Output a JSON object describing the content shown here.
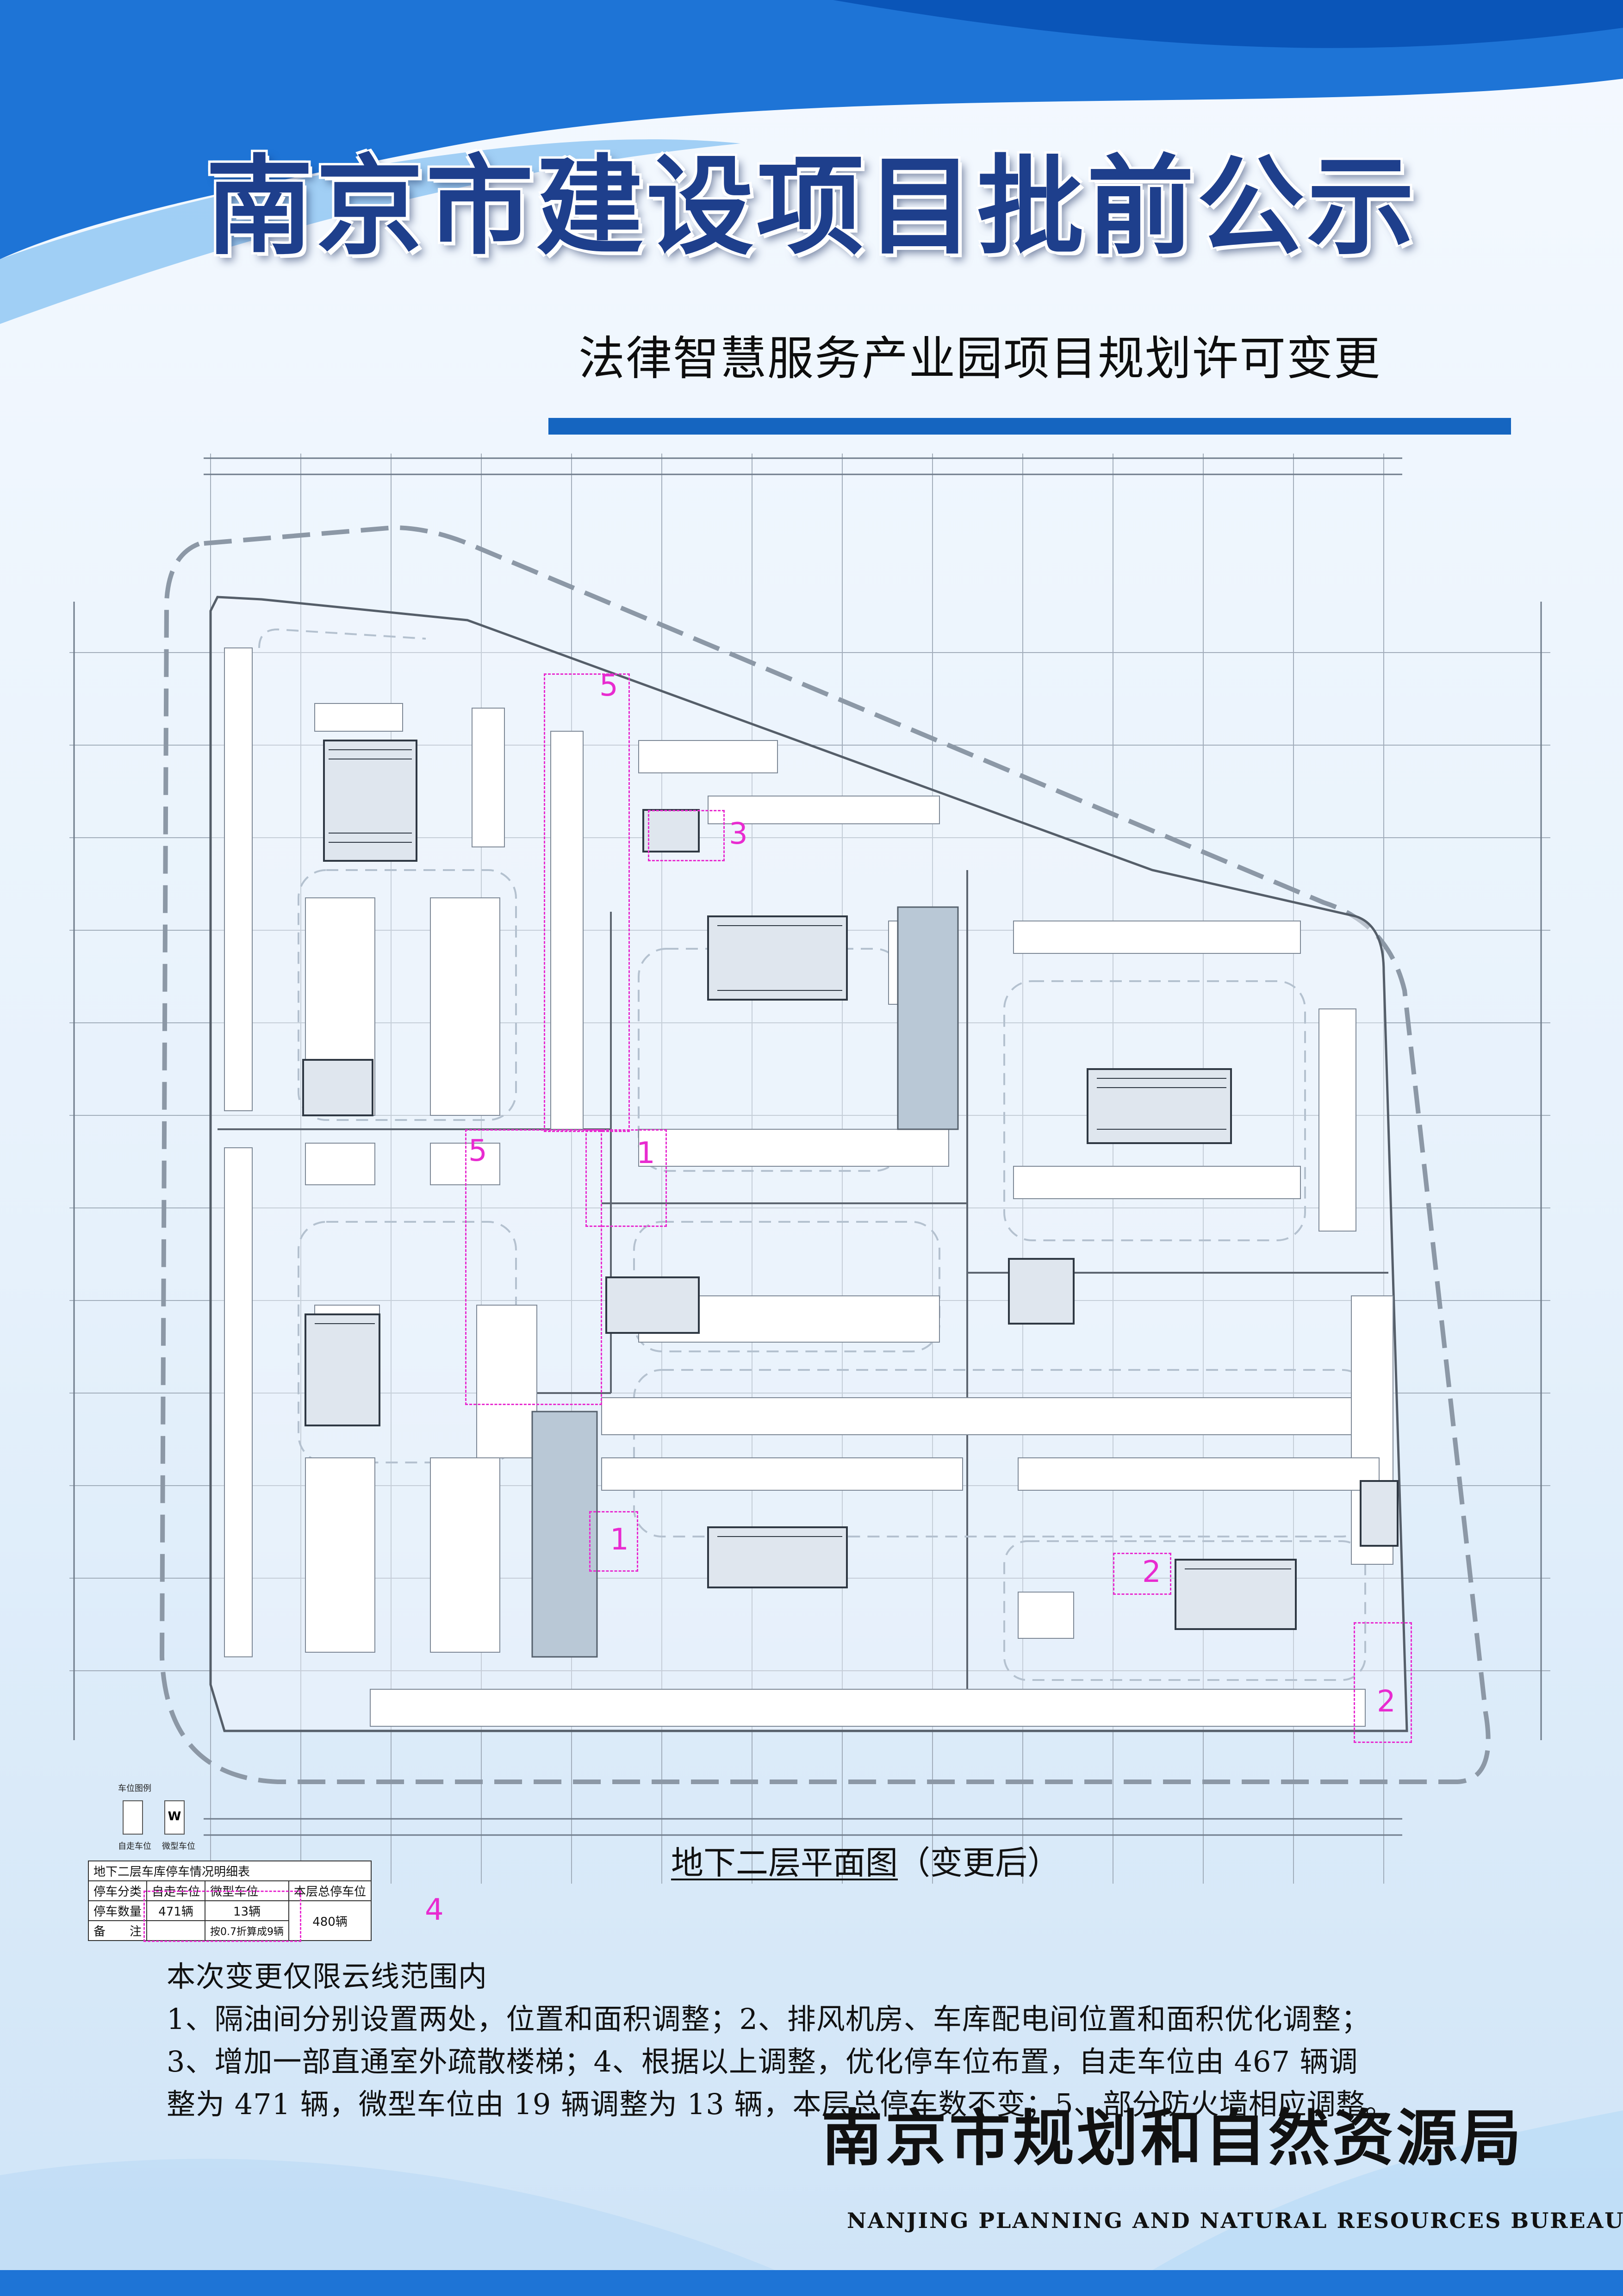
{
  "header": {
    "title": "南京市建设项目批前公示",
    "subtitle": "法律智慧服务产业园项目规划许可变更"
  },
  "plan": {
    "caption_main": "地下二层平面图",
    "caption_suffix": "（变更后）",
    "legend": {
      "title": "车位图例",
      "standard_label": "自走车位",
      "micro_label": "微型车位",
      "micro_mark": "W"
    },
    "cloud_numbers": [
      "5",
      "3",
      "5",
      "1",
      "1",
      "2",
      "2",
      "4"
    ]
  },
  "parking_table": {
    "title": "地下二层车库停车情况明细表",
    "header": [
      "停车分类",
      "自走车位",
      "微型车位",
      "本层总停车位"
    ],
    "count_row": [
      "停车数量",
      "471辆",
      "13辆",
      "480辆"
    ],
    "remark_row": [
      "备　　注",
      "",
      "按0.7折算成9辆"
    ]
  },
  "notes": {
    "intro": "本次变更仅限云线范围内",
    "lines": [
      "1、隔油间分别设置两处，位置和面积调整；2、排风机房、车库配电间位置和面积优化调整；",
      "3、增加一部直通室外疏散楼梯；4、根据以上调整，优化停车位布置，自走车位由 467 辆调",
      "整为 471 辆，微型车位由 19 辆调整为 13 辆，本层总停车数不变；5、部分防火墙相应调整。"
    ]
  },
  "footer": {
    "agency_cn": "南京市规划和自然资源局",
    "agency_en": "NANJING PLANNING AND NATURAL RESOURCES BUREAU"
  },
  "colors": {
    "title_blue": "#1e3f8c",
    "bar_blue": "#1565c0",
    "cloud_magenta": "#e82bd0"
  }
}
